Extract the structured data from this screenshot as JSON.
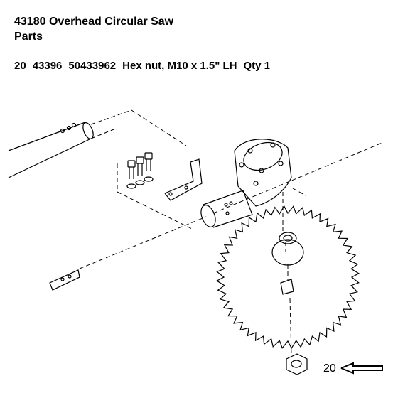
{
  "header": {
    "title_line1": "43180 Overhead Circular Saw",
    "title_line2": "Parts"
  },
  "part": {
    "ref": "20",
    "part_no": "43396",
    "code": "50433962",
    "description": "Hex nut, M10 x 1.5\" LH",
    "qty": "Qty 1"
  },
  "diagram": {
    "callout_label": "20",
    "icons": [
      "saw-blade-icon",
      "gear-head-icon",
      "bracket-icon",
      "bolt-icon",
      "arrow-left-icon"
    ]
  }
}
